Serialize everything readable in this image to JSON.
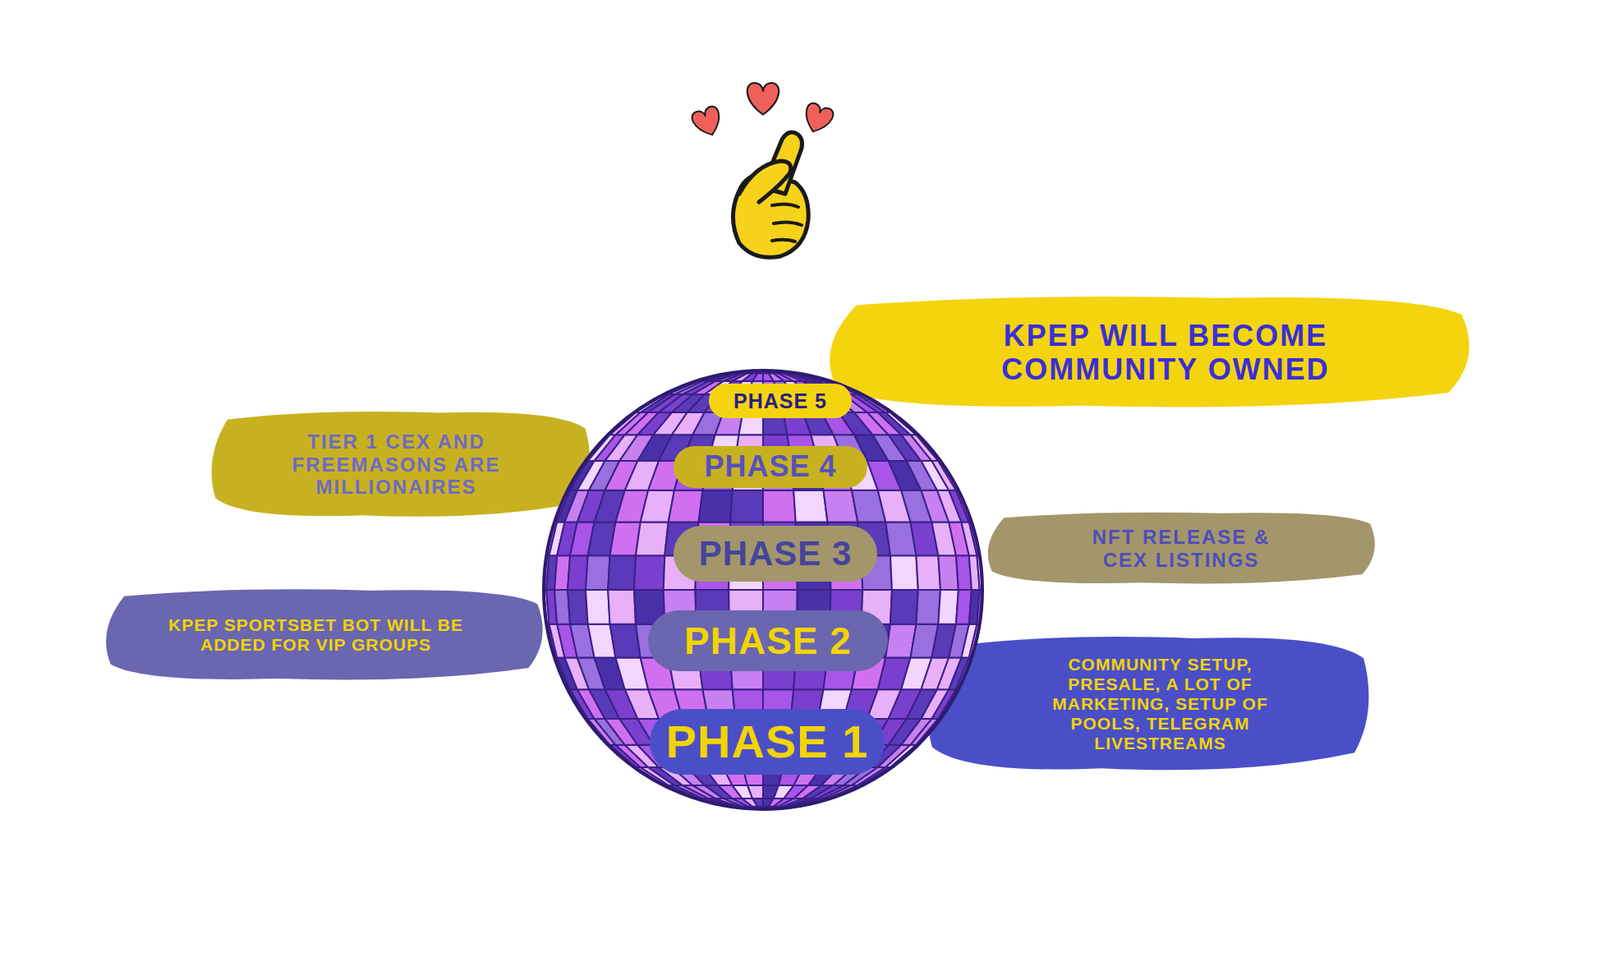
{
  "diagram": {
    "nodes": [
      {
        "text": [
          "KPEP WILL BECOME COMMUNITY OWNED"
        ]
      },
      {
        "text": [
          "PHASE 5"
        ]
      },
      {
        "text": [
          "TIER 1 CEX AND FREEMASONS ARE MILLIONAIRES"
        ]
      },
      {
        "text": [
          "PHASE 4"
        ]
      },
      {
        "text": [
          "NFT RELEASE & CEX LISTINGS"
        ]
      },
      {
        "text": [
          "PHASE 3"
        ]
      },
      {
        "text": [
          "KPEP SPORTSBET BOT WILL BE ADDED FOR VIP GROUPS"
        ]
      },
      {
        "text": [
          "PHASE 2"
        ]
      },
      {
        "text": [
          "COMMUNITY SETUP, PRESALE, A LOT OF MARKETING, SETUP OF POOLS, TELEGRAM LIVESTREAMS"
        ]
      },
      {
        "text": [
          "PHASE 1"
        ]
      }
    ]
  }
}
